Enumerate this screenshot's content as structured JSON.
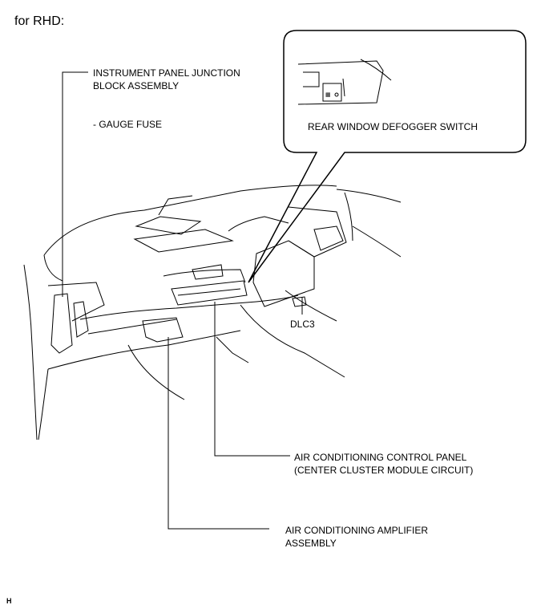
{
  "heading": "for RHD:",
  "labels": {
    "junction_block_line1": "INSTRUMENT PANEL JUNCTION",
    "junction_block_line2": "BLOCK ASSEMBLY",
    "gauge_fuse": "- GAUGE FUSE",
    "defogger_switch": "REAR WINDOW DEFOGGER SWITCH",
    "dlc3": "DLC3",
    "ac_control_panel_line1": "AIR CONDITIONING CONTROL PANEL",
    "ac_control_panel_line2": "(CENTER CLUSTER MODULE CIRCUIT)",
    "ac_amplifier_line1": "AIR CONDITIONING AMPLIFIER",
    "ac_amplifier_line2": "ASSEMBLY"
  },
  "figure_code": "H"
}
